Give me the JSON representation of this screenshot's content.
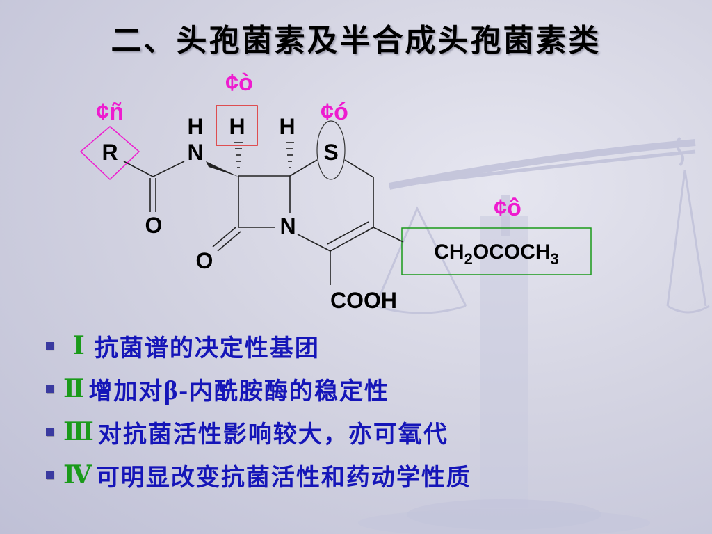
{
  "slide": {
    "title": "二、头孢菌素及半合成头孢菌素类"
  },
  "structure": {
    "site_labels": {
      "r_site": "¢ñ",
      "h_site": "¢ò",
      "s_site": "¢ó",
      "side_chain_site": "¢ô"
    },
    "atoms": {
      "r": "R",
      "n_amide": "N",
      "o_amide": "O",
      "h_left": "H",
      "h_boxed": "H",
      "h_right": "H",
      "s": "S",
      "n_ring": "N",
      "o_lactam": "O",
      "cooh": "COOH",
      "side_chain": {
        "p1": "CH",
        "s1": "2",
        "p2": "OCOCH",
        "s2": "3"
      }
    },
    "colors": {
      "site_label": "#ee1ccf",
      "r_diamond": "#ee1ccf",
      "h_box": "#e02020",
      "side_chain_box": "#1a9a1a"
    }
  },
  "bullets": [
    {
      "numeral": "Ⅰ",
      "text": "抗菌谱的决定性基团"
    },
    {
      "numeral": "Ⅱ",
      "text_before": "增加对",
      "beta": "β-",
      "text_after": "内酰胺酶的稳定性"
    },
    {
      "numeral": "Ⅲ",
      "text": "对抗菌活性影响较大，亦可氧代"
    },
    {
      "numeral": "Ⅳ",
      "text": "可明显改变抗菌活性和药动学性质"
    }
  ],
  "theme": {
    "bullet_marker": "#3a3aa0",
    "numeral_color": "#1a9a1a",
    "bullet_text_color": "#1515b8"
  }
}
